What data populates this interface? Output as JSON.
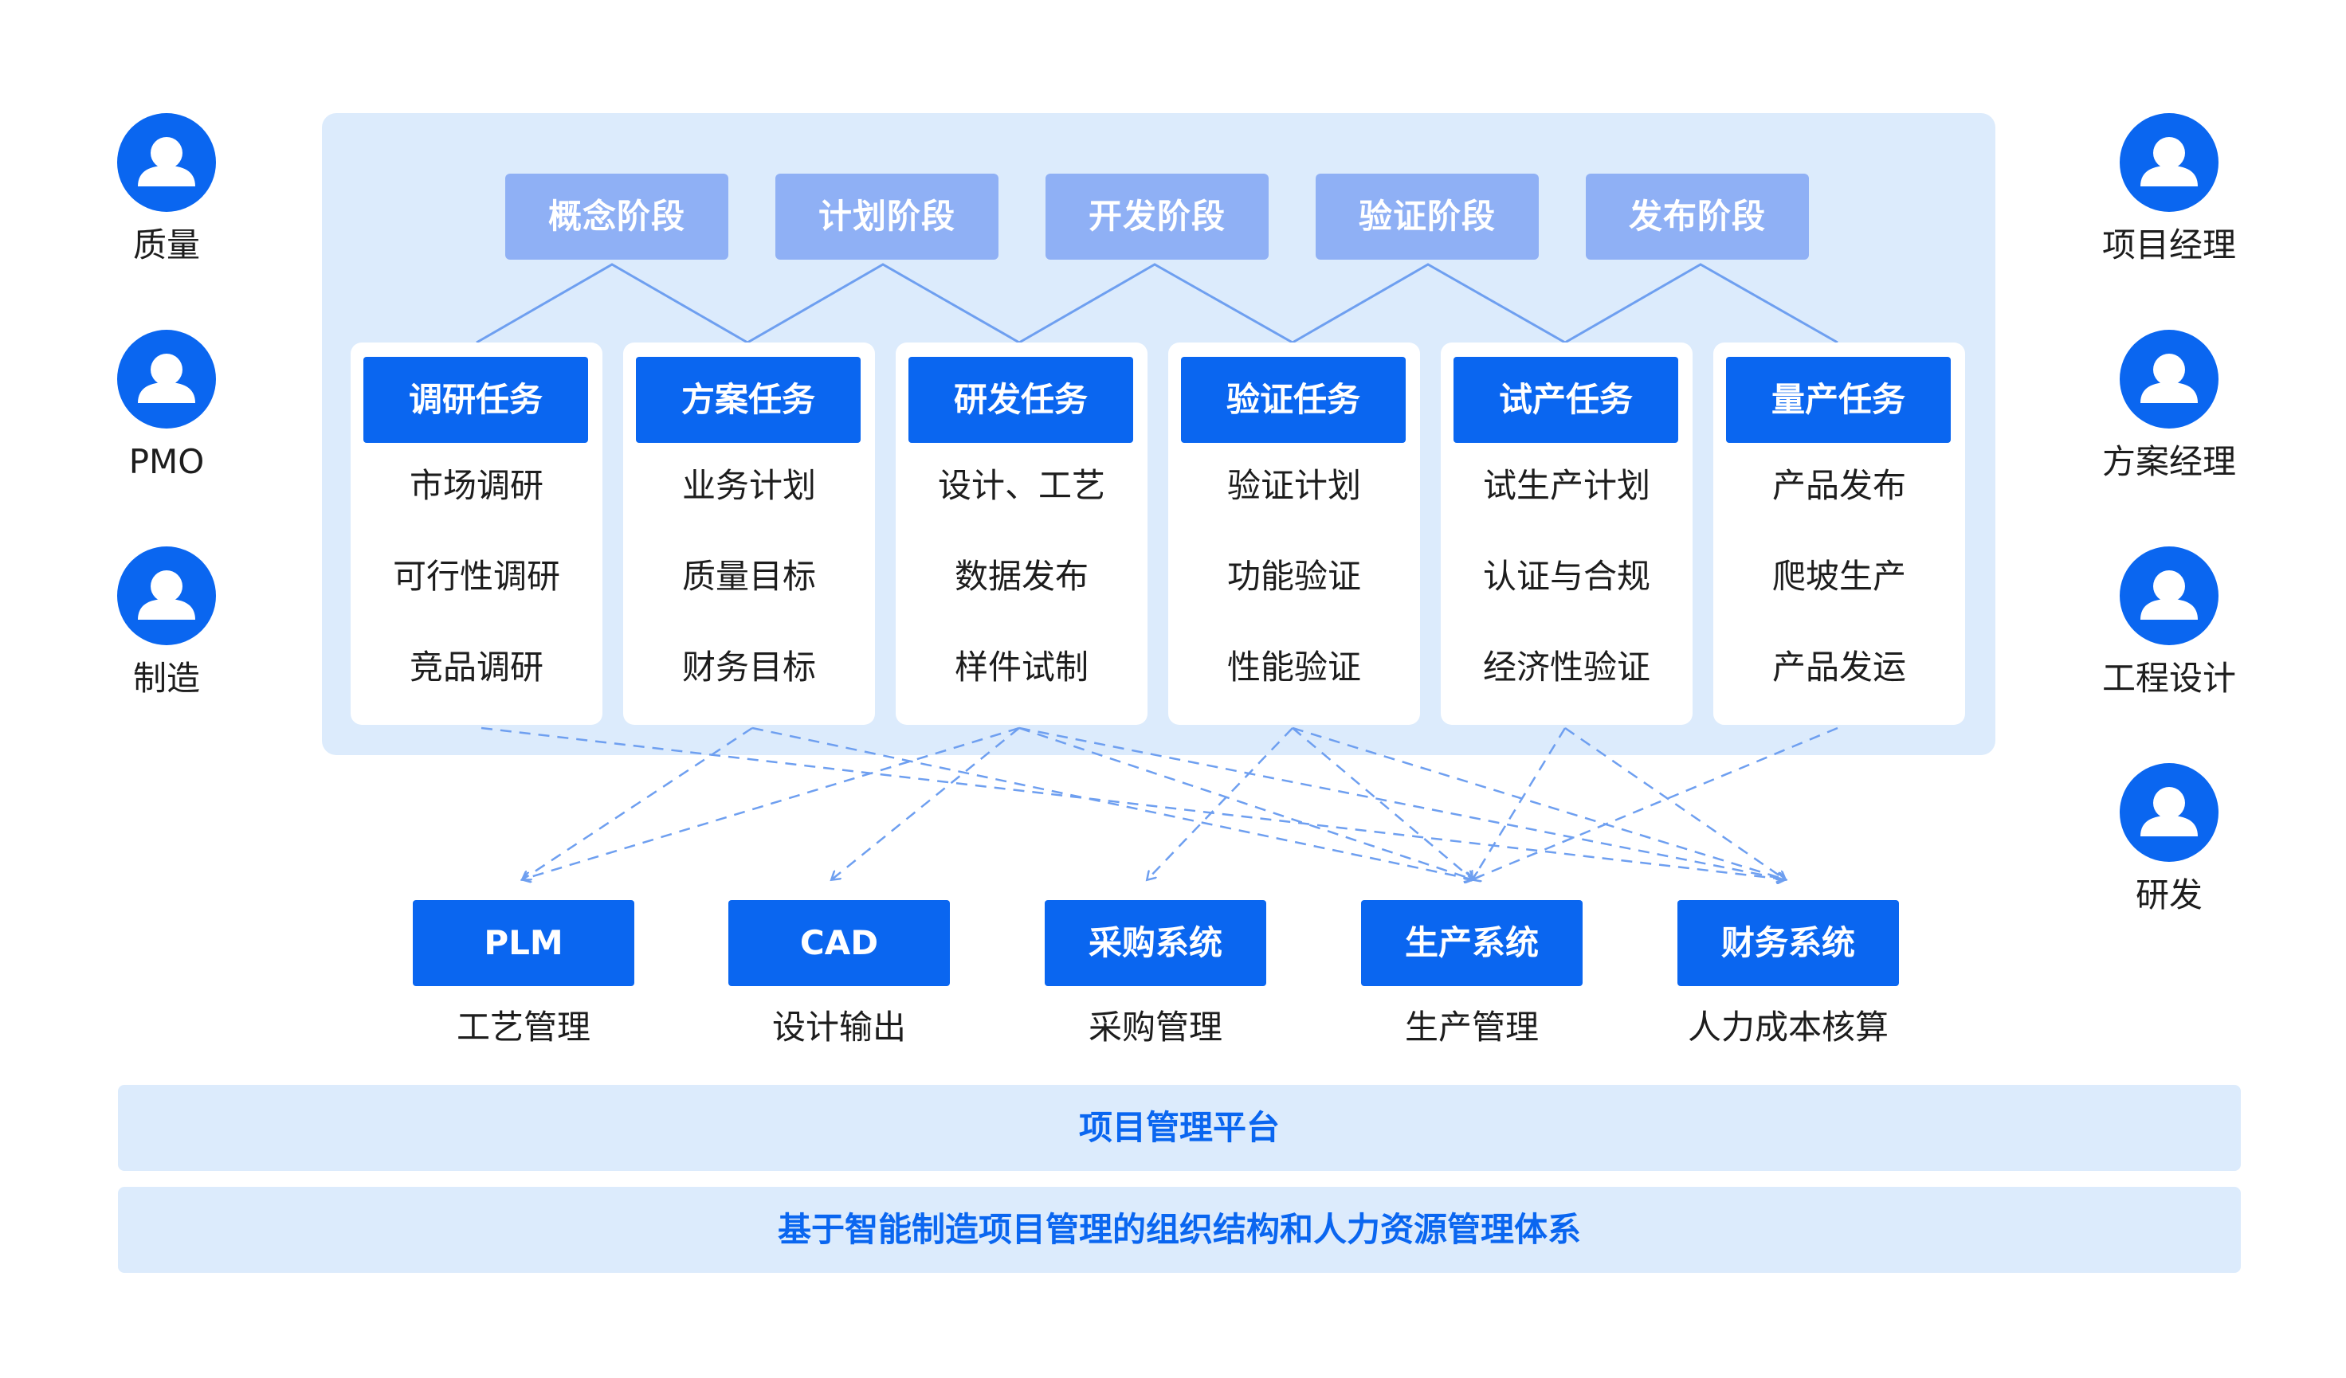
{
  "left_roles": [
    "质量",
    "PMO",
    "制造"
  ],
  "right_roles": [
    "项目经理",
    "方案经理",
    "工程设计",
    "研发"
  ],
  "phases": [
    "概念阶段",
    "计划阶段",
    "开发阶段",
    "验证阶段",
    "发布阶段"
  ],
  "tasks": [
    {
      "title": "调研任务",
      "items": [
        "市场调研",
        "可行性调研",
        "竞品调研"
      ]
    },
    {
      "title": "方案任务",
      "items": [
        "业务计划",
        "质量目标",
        "财务目标"
      ]
    },
    {
      "title": "研发任务",
      "items": [
        "设计、工艺",
        "数据发布",
        "样件试制"
      ]
    },
    {
      "title": "验证任务",
      "items": [
        "验证计划",
        "功能验证",
        "性能验证"
      ]
    },
    {
      "title": "试产任务",
      "items": [
        "试生产计划",
        "认证与合规",
        "经济性验证"
      ]
    },
    {
      "title": "量产任务",
      "items": [
        "产品发布",
        "爬坡生产",
        "产品发运"
      ]
    }
  ],
  "systems": [
    {
      "name": "PLM",
      "desc": "工艺管理"
    },
    {
      "name": "CAD",
      "desc": "设计输出"
    },
    {
      "name": "采购系统",
      "desc": "采购管理"
    },
    {
      "name": "生产系统",
      "desc": "生产管理"
    },
    {
      "name": "财务系统",
      "desc": "人力成本核算"
    }
  ],
  "platform_bar": "项目管理平台",
  "foundation_bar": "基于智能制造项目管理的组织结构和人力资源管理体系",
  "colors": {
    "accent": "#0a66f0",
    "phase": "#8fb0f5",
    "panel": "#dcebfc",
    "connector": "#6e9ff0"
  }
}
